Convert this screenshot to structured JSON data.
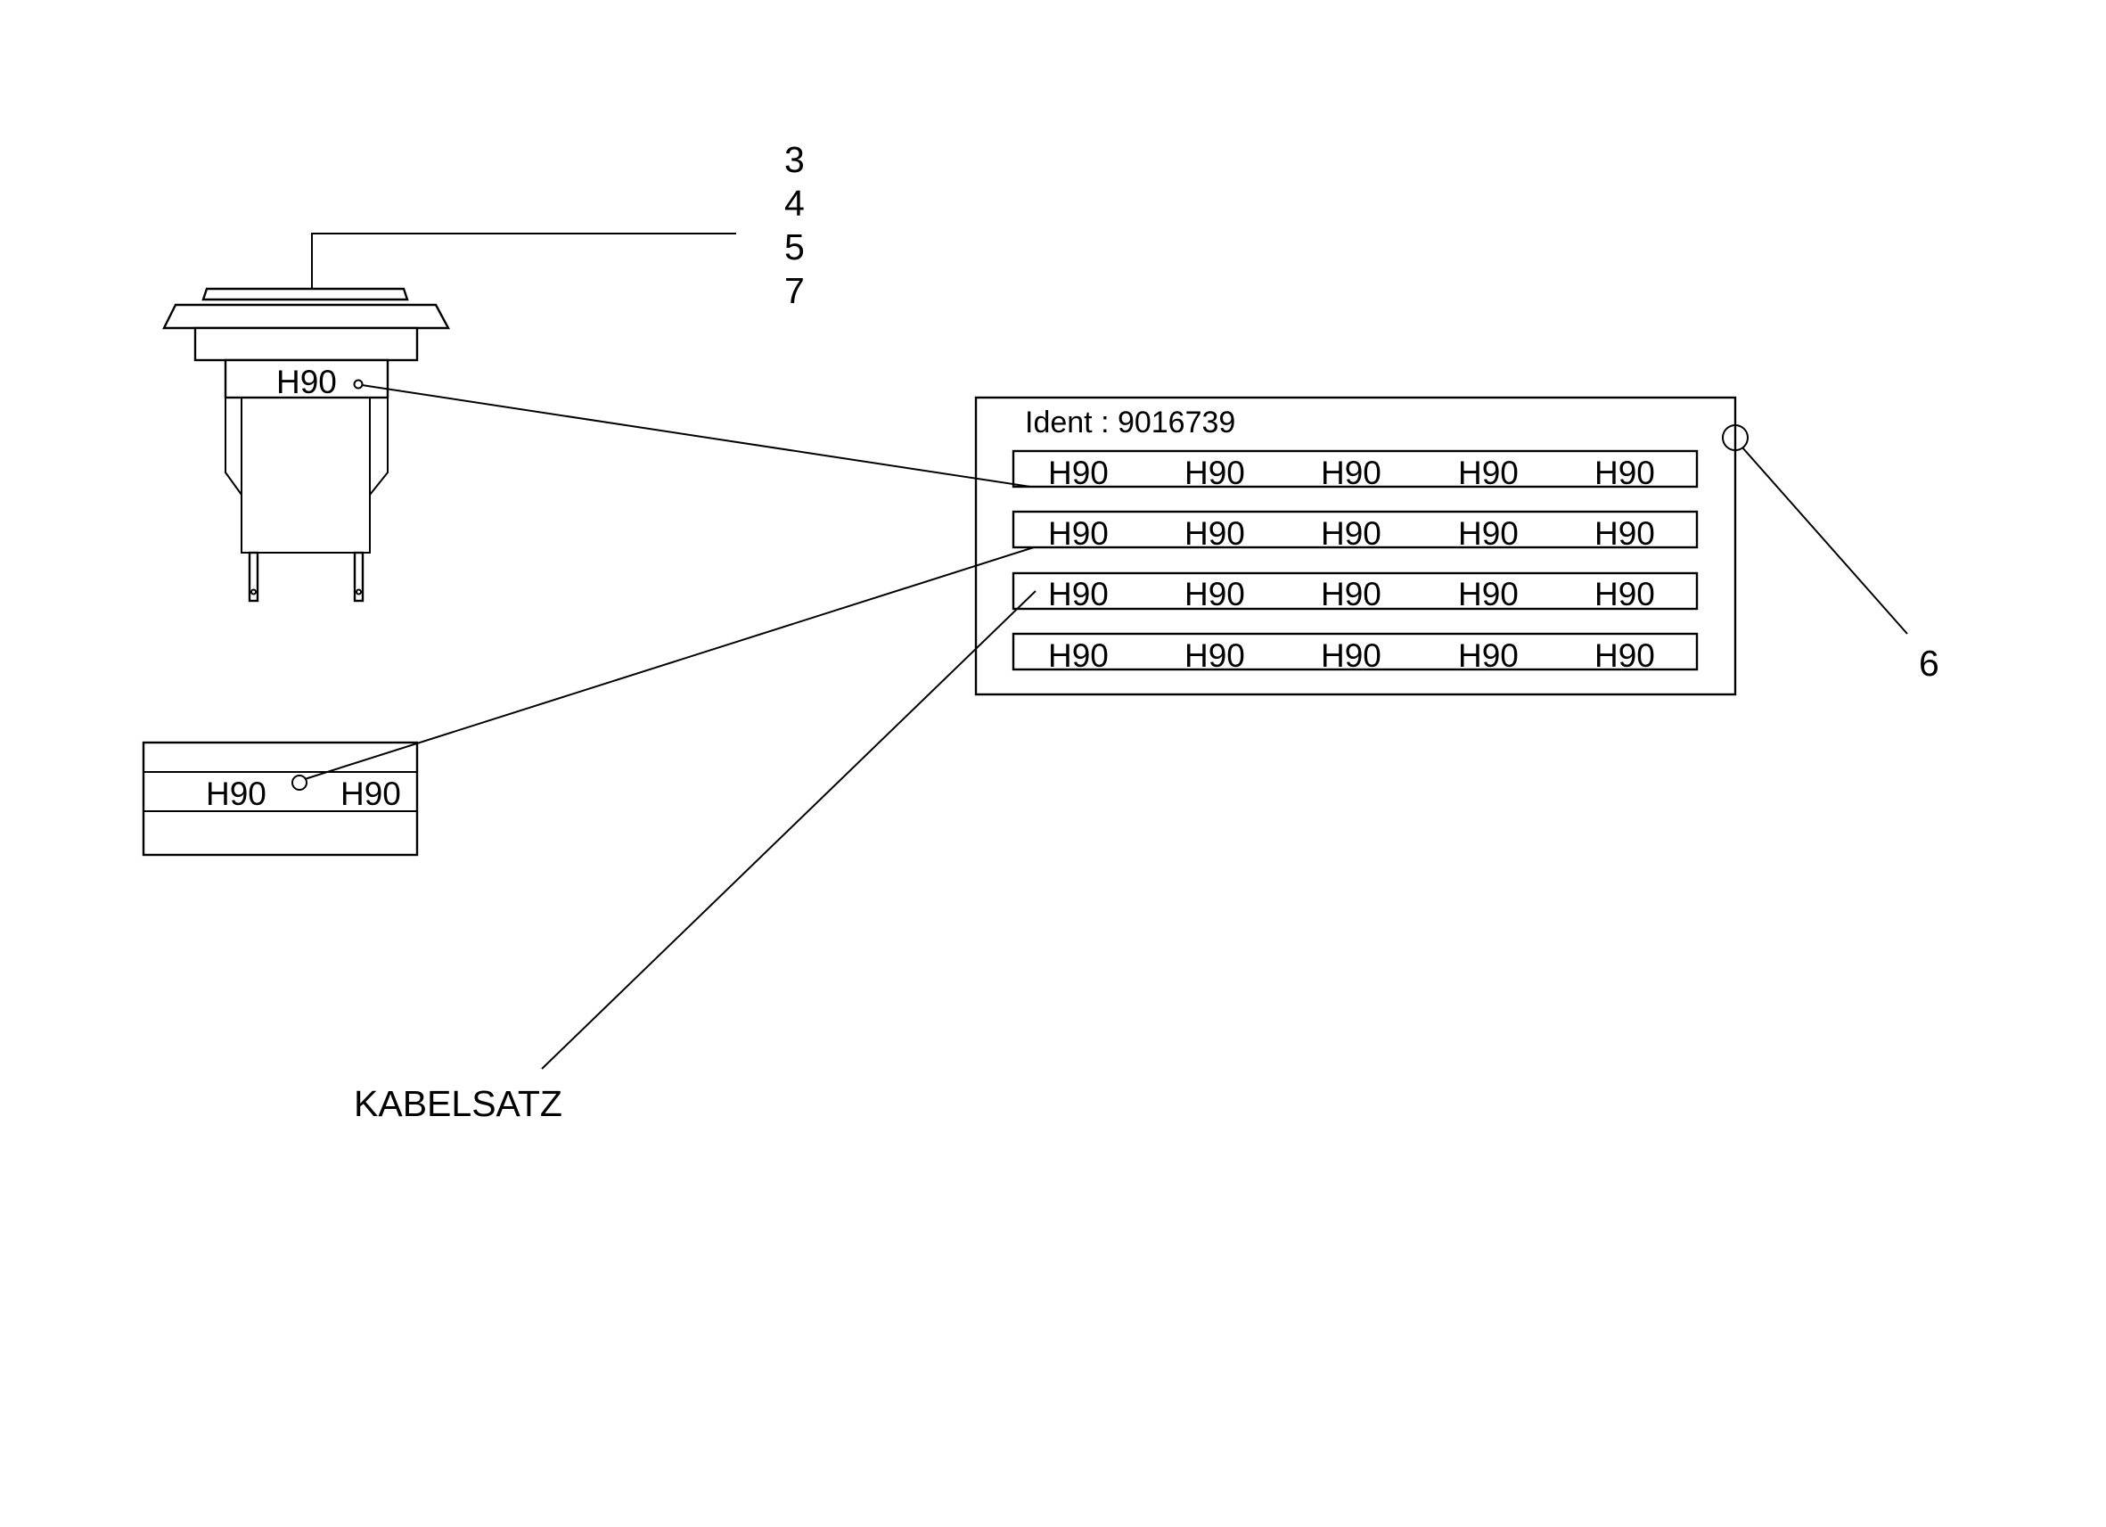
{
  "callouts": {
    "part_numbers": [
      "3",
      "4",
      "5",
      "7"
    ],
    "panel_ref": "6",
    "harness": "KABELSATZ"
  },
  "switch": {
    "label": "H90"
  },
  "panel": {
    "ident": "Ident : 9016739",
    "rows": [
      [
        "H90",
        "H90",
        "H90",
        "H90",
        "H90"
      ],
      [
        "H90",
        "H90",
        "H90",
        "H90",
        "H90"
      ],
      [
        "H90",
        "H90",
        "H90",
        "H90",
        "H90"
      ],
      [
        "H90",
        "H90",
        "H90",
        "H90",
        "H90"
      ]
    ]
  },
  "strip": {
    "left_label": "H90",
    "right_label": "H90"
  }
}
